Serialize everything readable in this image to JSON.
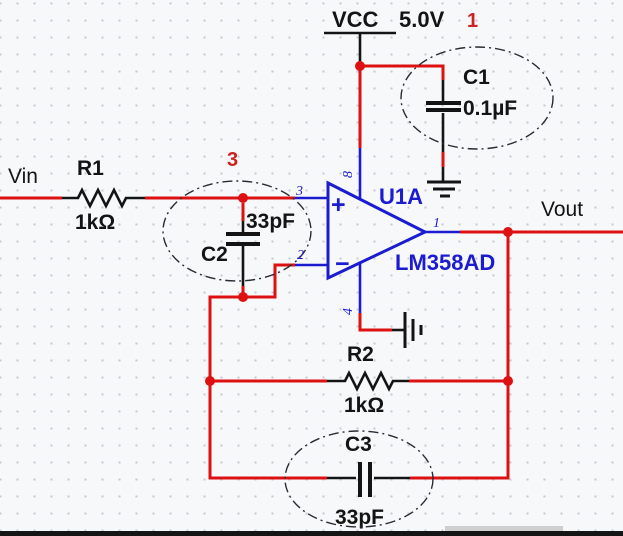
{
  "schematic": {
    "power": {
      "net": "VCC",
      "voltage": "5.0V"
    },
    "io": {
      "input": "Vin",
      "output": "Vout"
    },
    "opamp": {
      "ref": "U1A",
      "part": "LM358AD",
      "noninverting_sign": "+",
      "inverting_sign": "−"
    },
    "pins": {
      "out": "1",
      "inv": "2",
      "nonInv": "3",
      "vneg": "4",
      "vpos": "8"
    },
    "components": {
      "r1": {
        "ref": "R1",
        "value": "1kΩ"
      },
      "r2": {
        "ref": "R2",
        "value": "1kΩ"
      },
      "c1": {
        "ref": "C1",
        "value": "0.1µF"
      },
      "c2": {
        "ref": "C2",
        "value": "33pF"
      },
      "c3": {
        "ref": "C3",
        "value": "33pF"
      }
    },
    "callouts": {
      "one": "1",
      "three": "3"
    }
  },
  "colors": {
    "wire": "#dd1111",
    "symbol": "#1b1bd0",
    "ink": "#141414",
    "callout": "#cc2222",
    "background": "#f7f8fa",
    "grid_dot": "#c9ccd3"
  }
}
